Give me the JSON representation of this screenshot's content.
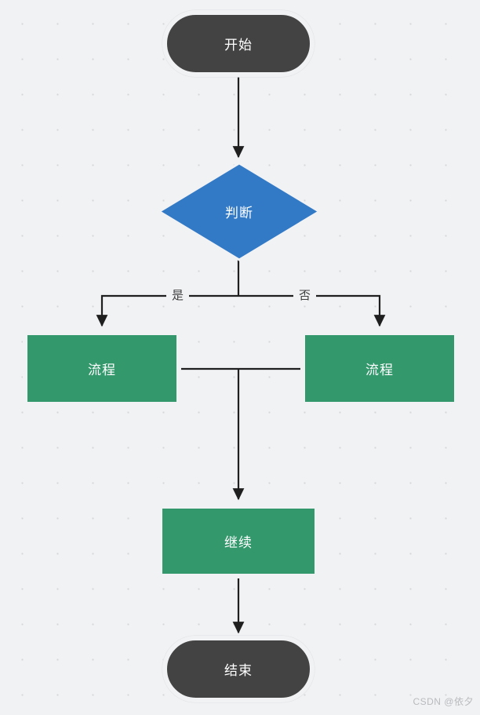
{
  "diagram": {
    "type": "flowchart",
    "title": "",
    "background_color": "#f1f2f4",
    "grid": "dotted",
    "colors": {
      "terminator": "#434343",
      "decision": "#3279c6",
      "process": "#33996c",
      "connector": "#1f1f1f",
      "node_text": "#ffffff",
      "edge_label_text": "#3f3f3f",
      "watermark": "#b9babd"
    },
    "nodes": [
      {
        "id": "start",
        "shape": "terminator",
        "label": "开始",
        "fill": "#434343"
      },
      {
        "id": "decision",
        "shape": "diamond",
        "label": "判断",
        "fill": "#3279c6"
      },
      {
        "id": "process-left",
        "shape": "rectangle",
        "label": "流程",
        "fill": "#33996c"
      },
      {
        "id": "process-right",
        "shape": "rectangle",
        "label": "流程",
        "fill": "#33996c"
      },
      {
        "id": "continue",
        "shape": "rectangle",
        "label": "继续",
        "fill": "#33996c"
      },
      {
        "id": "end",
        "shape": "terminator",
        "label": "结束",
        "fill": "#434343"
      }
    ],
    "edges": [
      {
        "from": "start",
        "to": "decision",
        "label": "",
        "arrow": true
      },
      {
        "from": "decision",
        "to": "process-left",
        "label": "是",
        "arrow": true
      },
      {
        "from": "decision",
        "to": "process-right",
        "label": "否",
        "arrow": true
      },
      {
        "from": "process-left",
        "to": "continue",
        "label": "",
        "arrow": true
      },
      {
        "from": "process-right",
        "to": "continue",
        "label": "",
        "arrow": true
      },
      {
        "from": "continue",
        "to": "end",
        "label": "",
        "arrow": true
      }
    ]
  },
  "watermark": {
    "text": "CSDN @依夕"
  }
}
